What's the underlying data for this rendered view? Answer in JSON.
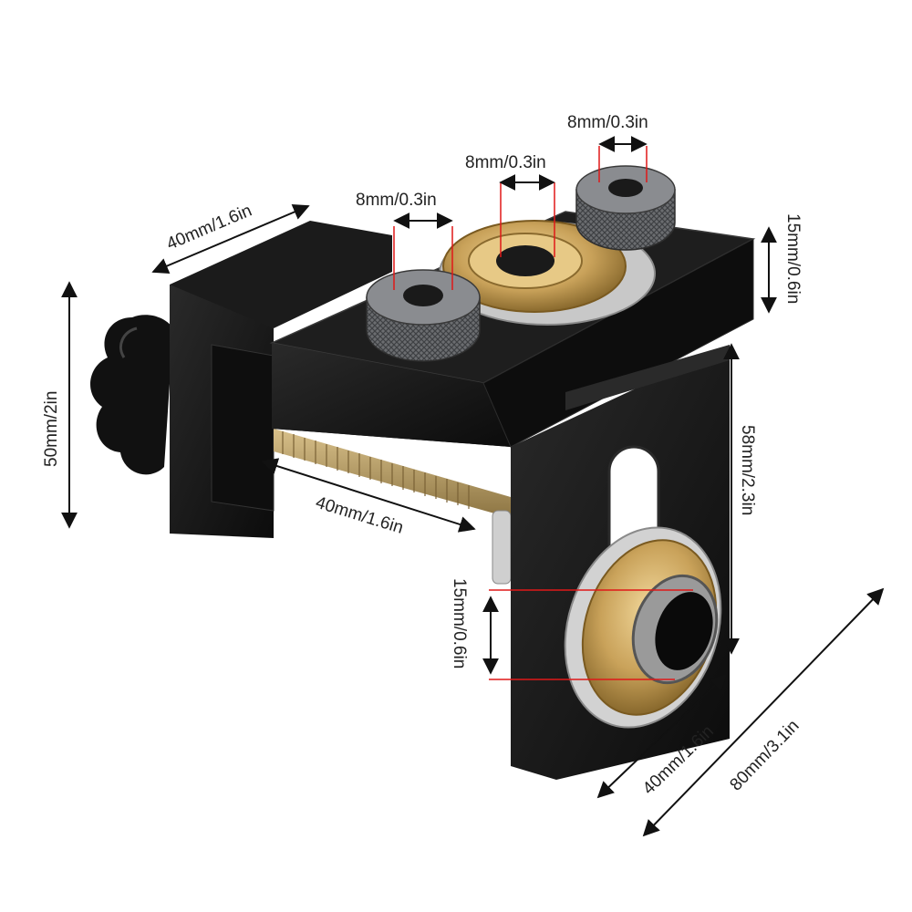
{
  "colors": {
    "background": "#ffffff",
    "body_black": "#151515",
    "body_edge": "#3a3a3a",
    "brass": "#c9a25a",
    "knurl_gray": "#6b6d70",
    "washer_silver": "#c8c8c8",
    "dimension_line": "#111111",
    "guide_red": "#e01818",
    "thread": "#b59a63"
  },
  "icons": {
    "knob": "star-knob-icon",
    "bushing": "brass-bushing-icon",
    "arrow": "double-arrow-icon"
  },
  "dimensions": {
    "top_left_hole": "8mm/0.3in",
    "top_middle_hole": "8mm/0.3in",
    "top_right_hole": "8mm/0.3in",
    "top_width": "40mm/1.6in",
    "right_thickness": "15mm/0.6in",
    "left_height": "50mm/2in",
    "clamp_depth": "40mm/1.6in",
    "right_height": "58mm/2.3in",
    "bushing_offset": "15mm/0.6in",
    "bottom_width": "40mm/1.6in",
    "total_length": "80mm/3.1in"
  }
}
